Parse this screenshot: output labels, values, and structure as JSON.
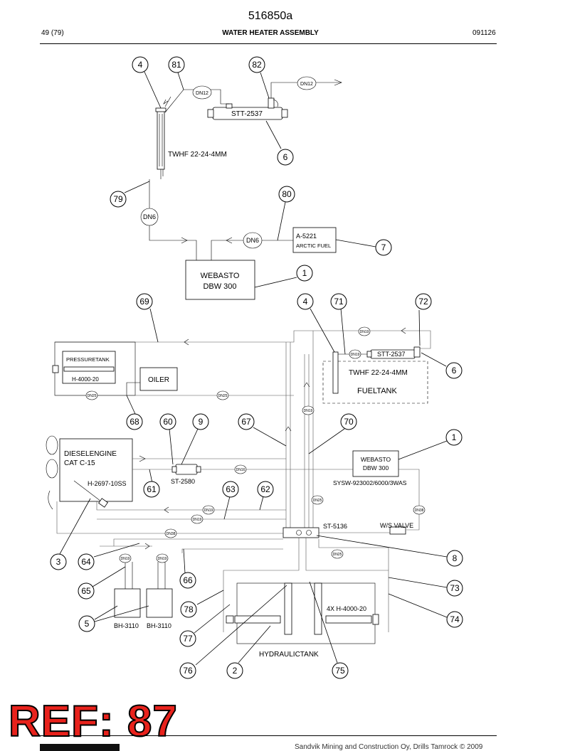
{
  "header": {
    "doc_number": "516850a",
    "page": "49 (79)",
    "title": "WATER HEATER ASSEMBLY",
    "date": "091126"
  },
  "stamp": "REF: 87",
  "footer": "Sandvik Mining and Construction Oy, Drills Tamrock © 2009",
  "components": {
    "stt_top": "STT-2537",
    "twhf_top": "TWHF 22-24-4MM",
    "a5221": "A-5221",
    "arctic_fuel": "ARCTIC FUEL",
    "webasto_top_1": "WEBASTO",
    "webasto_top_2": "DBW 300",
    "pressuretank": "PRESSURETANK",
    "h4000_20": "H-4000-20",
    "oiler": "OILER",
    "stt_lower": "STT-2537",
    "twhf_lower": "TWHF 22-24-4MM",
    "fueltank": "FUELTANK",
    "engine_1": "DIESELENGINE",
    "engine_2": "CAT C-15",
    "h2697": "H-2697-10SS",
    "st2580": "ST-2580",
    "webasto_low_1": "WEBASTO",
    "webasto_low_2": "DBW 300",
    "sysw": "SYSW-923002/6000/3WAS",
    "ws_valve": "W/S VALVE",
    "st5136": "ST-5136",
    "bh3110_a": "BH-3110",
    "bh3110_b": "BH-3110",
    "h4000_4x": "4X H-4000-20",
    "hydraulictank": "HYDRAULICTANK"
  },
  "dn_labels": {
    "dn12_a": "DN12",
    "dn12_b": "DN12",
    "dn6_a": "DN6",
    "dn6_b": "DN6",
    "dn19_top": "DN19",
    "dn19_stt": "DN19",
    "dn19_vert": "DN19",
    "dn25_a": "DN25",
    "dn25_b": "DN25",
    "dn16_a": "DN16",
    "dn19_a": "DN19",
    "dn19_b": "DN19",
    "dn25_c": "DN25",
    "dn38_a": "DN38",
    "dn38_b": "DN38",
    "dn19_c": "DN19",
    "dn19_d": "DN19",
    "dn25_d": "DN25"
  },
  "callouts": [
    "4",
    "81",
    "82",
    "6",
    "79",
    "80",
    "7",
    "1",
    "69",
    "4",
    "71",
    "72",
    "6",
    "68",
    "60",
    "9",
    "67",
    "70",
    "1",
    "61",
    "63",
    "62",
    "3",
    "64",
    "8",
    "66",
    "65",
    "73",
    "78",
    "5",
    "74",
    "77",
    "76",
    "2",
    "75"
  ]
}
